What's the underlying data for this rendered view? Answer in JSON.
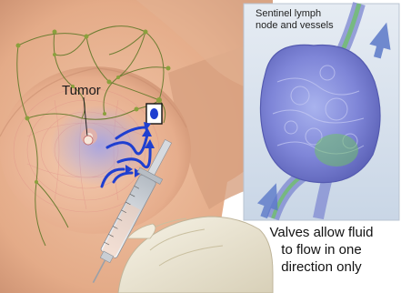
{
  "labels": {
    "tumor": "Tumor",
    "sentinel_title_line1": "Sentinel lymph",
    "sentinel_title_line2": "node and vessels",
    "caption_line1": "Valves allow fluid",
    "caption_line2": "to flow in one",
    "caption_line3": "direction only"
  },
  "colors": {
    "skin": "#e9b696",
    "skin_shadow": "#c98e6f",
    "lymph_vessel": "#7a8a3a",
    "dye_blue": "#1f3fd0",
    "node_purple": "#8d7fd6",
    "vessel_green": "#6fbf6a",
    "arrow_blue": "#5a78c8",
    "glove": "#efe9d8"
  },
  "icons": [
    "blue-flow-arrows",
    "syringe",
    "gloved-hand",
    "up-arrow-left",
    "up-arrow-right"
  ]
}
